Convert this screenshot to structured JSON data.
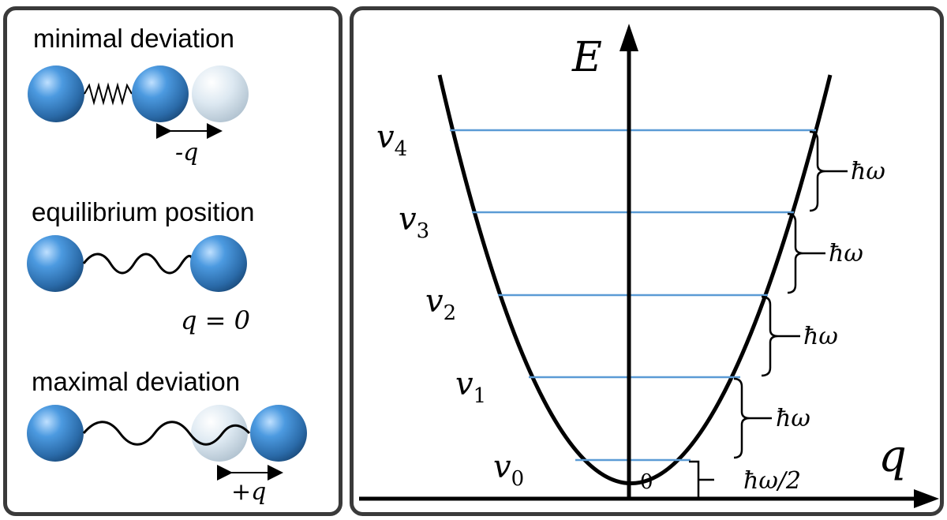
{
  "left": {
    "cases": [
      {
        "title": "minimal deviation",
        "label": "-q"
      },
      {
        "title": "equilibrium position",
        "label": "q = 0"
      },
      {
        "title": "maximal deviation",
        "label": "+q"
      }
    ]
  },
  "right": {
    "axis_y_label": "E",
    "axis_x_label": "q",
    "origin_label": "0",
    "levels": [
      {
        "name": "v",
        "sub": "0",
        "spacing_label": "ħω/2"
      },
      {
        "name": "v",
        "sub": "1",
        "spacing_label": "ħω"
      },
      {
        "name": "v",
        "sub": "2",
        "spacing_label": "ħω"
      },
      {
        "name": "v",
        "sub": "3",
        "spacing_label": "ħω"
      },
      {
        "name": "v",
        "sub": "4",
        "spacing_label": "ħω"
      }
    ]
  },
  "colors": {
    "atom": "#3d8bd0",
    "atom_ghost": "#cfdde8",
    "level_line": "#5b9bd5",
    "axis": "#000000",
    "border": "#3a3a3a"
  }
}
